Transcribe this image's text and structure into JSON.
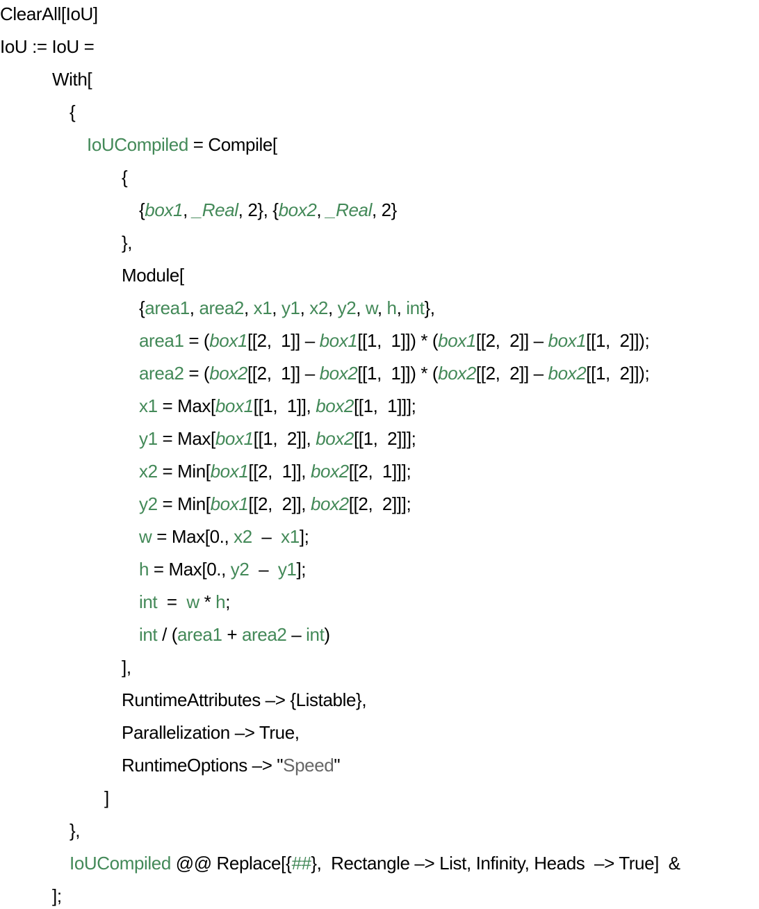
{
  "colors": {
    "symbol": "#438958",
    "string": "#666666",
    "text": "#000000"
  },
  "code_lines": [
    [
      [
        "ClearAll[IoU]",
        "n"
      ]
    ],
    [
      [
        "IoU := IoU =",
        "n"
      ]
    ],
    [
      [
        "With[",
        "n"
      ]
    ],
    [
      [
        "{",
        "n"
      ]
    ],
    [
      [
        "IoUCompiled",
        "g"
      ],
      [
        " = Compile[",
        "n"
      ]
    ],
    [
      [
        "{",
        "n"
      ]
    ],
    [
      [
        "{",
        "n"
      ],
      [
        "box1",
        "i"
      ],
      [
        ", ",
        "n"
      ],
      [
        "_Real",
        "i"
      ],
      [
        ", 2}, {",
        "n"
      ],
      [
        "box2",
        "i"
      ],
      [
        ", ",
        "n"
      ],
      [
        "_Real",
        "i"
      ],
      [
        ", 2}",
        "n"
      ]
    ],
    [
      [
        "},",
        "n"
      ]
    ],
    [
      [
        "Module[",
        "n"
      ]
    ],
    [
      [
        "{",
        "n"
      ],
      [
        "area1",
        "g"
      ],
      [
        ", ",
        "n"
      ],
      [
        "area2",
        "g"
      ],
      [
        ", ",
        "n"
      ],
      [
        "x1",
        "g"
      ],
      [
        ", ",
        "n"
      ],
      [
        "y1",
        "g"
      ],
      [
        ", ",
        "n"
      ],
      [
        "x2",
        "g"
      ],
      [
        ", ",
        "n"
      ],
      [
        "y2",
        "g"
      ],
      [
        ", ",
        "n"
      ],
      [
        "w",
        "g"
      ],
      [
        ", ",
        "n"
      ],
      [
        "h",
        "g"
      ],
      [
        ", ",
        "n"
      ],
      [
        "int",
        "g"
      ],
      [
        "},",
        "n"
      ]
    ],
    [
      [
        "area1",
        "g"
      ],
      [
        " = (",
        "n"
      ],
      [
        "box1",
        "i"
      ],
      [
        "[[2,  1]] – ",
        "n"
      ],
      [
        "box1",
        "i"
      ],
      [
        "[[1,  1]]) * (",
        "n"
      ],
      [
        "box1",
        "i"
      ],
      [
        "[[2,  2]] – ",
        "n"
      ],
      [
        "box1",
        "i"
      ],
      [
        "[[1,  2]]);",
        "n"
      ]
    ],
    [
      [
        "area2",
        "g"
      ],
      [
        " = (",
        "n"
      ],
      [
        "box2",
        "i"
      ],
      [
        "[[2,  1]] – ",
        "n"
      ],
      [
        "box2",
        "i"
      ],
      [
        "[[1,  1]]) * (",
        "n"
      ],
      [
        "box2",
        "i"
      ],
      [
        "[[2,  2]] – ",
        "n"
      ],
      [
        "box2",
        "i"
      ],
      [
        "[[1,  2]]);",
        "n"
      ]
    ],
    [
      [
        "x1",
        "g"
      ],
      [
        " = Max[",
        "n"
      ],
      [
        "box1",
        "i"
      ],
      [
        "[[1,  1]], ",
        "n"
      ],
      [
        "box2",
        "i"
      ],
      [
        "[[1,  1]]];",
        "n"
      ]
    ],
    [
      [
        "y1",
        "g"
      ],
      [
        " = Max[",
        "n"
      ],
      [
        "box1",
        "i"
      ],
      [
        "[[1,  2]], ",
        "n"
      ],
      [
        "box2",
        "i"
      ],
      [
        "[[1,  2]]];",
        "n"
      ]
    ],
    [
      [
        "x2",
        "g"
      ],
      [
        " = Min[",
        "n"
      ],
      [
        "box1",
        "i"
      ],
      [
        "[[2,  1]], ",
        "n"
      ],
      [
        "box2",
        "i"
      ],
      [
        "[[2,  1]]];",
        "n"
      ]
    ],
    [
      [
        "y2",
        "g"
      ],
      [
        " = Min[",
        "n"
      ],
      [
        "box1",
        "i"
      ],
      [
        "[[2,  2]], ",
        "n"
      ],
      [
        "box2",
        "i"
      ],
      [
        "[[2,  2]]];",
        "n"
      ]
    ],
    [
      [
        "w",
        "g"
      ],
      [
        " = Max[0., ",
        "n"
      ],
      [
        "x2",
        "g"
      ],
      [
        "  –  ",
        "n"
      ],
      [
        "x1",
        "g"
      ],
      [
        "];",
        "n"
      ]
    ],
    [
      [
        "h",
        "g"
      ],
      [
        " = Max[0., ",
        "n"
      ],
      [
        "y2",
        "g"
      ],
      [
        "  –  ",
        "n"
      ],
      [
        "y1",
        "g"
      ],
      [
        "];",
        "n"
      ]
    ],
    [
      [
        "int",
        "g"
      ],
      [
        "  =  ",
        "n"
      ],
      [
        "w",
        "g"
      ],
      [
        " * ",
        "n"
      ],
      [
        "h",
        "g"
      ],
      [
        ";",
        "n"
      ]
    ],
    [
      [
        "int",
        "g"
      ],
      [
        " / (",
        "n"
      ],
      [
        "area1",
        "g"
      ],
      [
        " + ",
        "n"
      ],
      [
        "area2",
        "g"
      ],
      [
        " – ",
        "n"
      ],
      [
        "int",
        "g"
      ],
      [
        ")",
        "n"
      ]
    ],
    [
      [
        "],",
        "n"
      ]
    ],
    [
      [
        "RuntimeAttributes –> {Listable},",
        "n"
      ]
    ],
    [
      [
        "Parallelization –> True,",
        "n"
      ]
    ],
    [
      [
        "RuntimeOptions –> \"",
        "n"
      ],
      [
        "Speed",
        "s"
      ],
      [
        "\"",
        "n"
      ]
    ],
    [
      [
        "]",
        "n"
      ]
    ],
    [
      [
        "},",
        "n"
      ]
    ],
    [
      [
        "IoUCompiled",
        "g"
      ],
      [
        " @@ Replace[{",
        "n"
      ],
      [
        "##",
        "i"
      ],
      [
        "},  Rectangle –> List, Infinity, Heads  –> True]  &",
        "n"
      ]
    ],
    [
      [
        "];",
        "n"
      ]
    ]
  ]
}
